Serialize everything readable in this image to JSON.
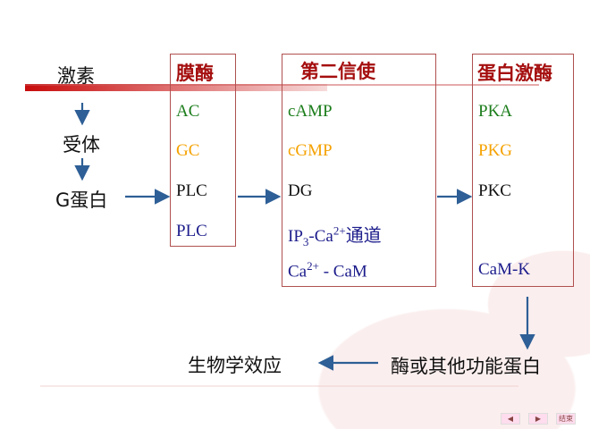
{
  "left_column": {
    "hormone": "激素",
    "receptor": "受体",
    "g_protein": "G蛋白"
  },
  "membrane_enzymes": {
    "title": "膜酶",
    "items": [
      "AC",
      "GC",
      "PLC",
      "PLC"
    ]
  },
  "second_messengers": {
    "title": "第二信使",
    "items": [
      "cAMP",
      "cGMP",
      "DG"
    ],
    "ip3_prefix": "IP",
    "ip3_sub": "3",
    "ip3_mid": "-Ca",
    "ip3_sup": "2+",
    "ip3_suffix": "通道",
    "ca_base": "Ca",
    "ca_sup": "2+",
    "ca_suffix": " - CaM"
  },
  "protein_kinases": {
    "title": "蛋白激酶",
    "items": [
      "PKA",
      "PKG",
      "PKC",
      "CaM-K"
    ]
  },
  "effect": "生物学效应",
  "target": "酶或其他功能蛋白",
  "nav": {
    "prev": "◀",
    "next": "▶",
    "end": "结束"
  },
  "colors": {
    "title": "#a50f0f",
    "green": "#1b7d1b",
    "orange": "#f5a200",
    "blue": "#1c1c8c",
    "arrow": "#2e5f96"
  }
}
